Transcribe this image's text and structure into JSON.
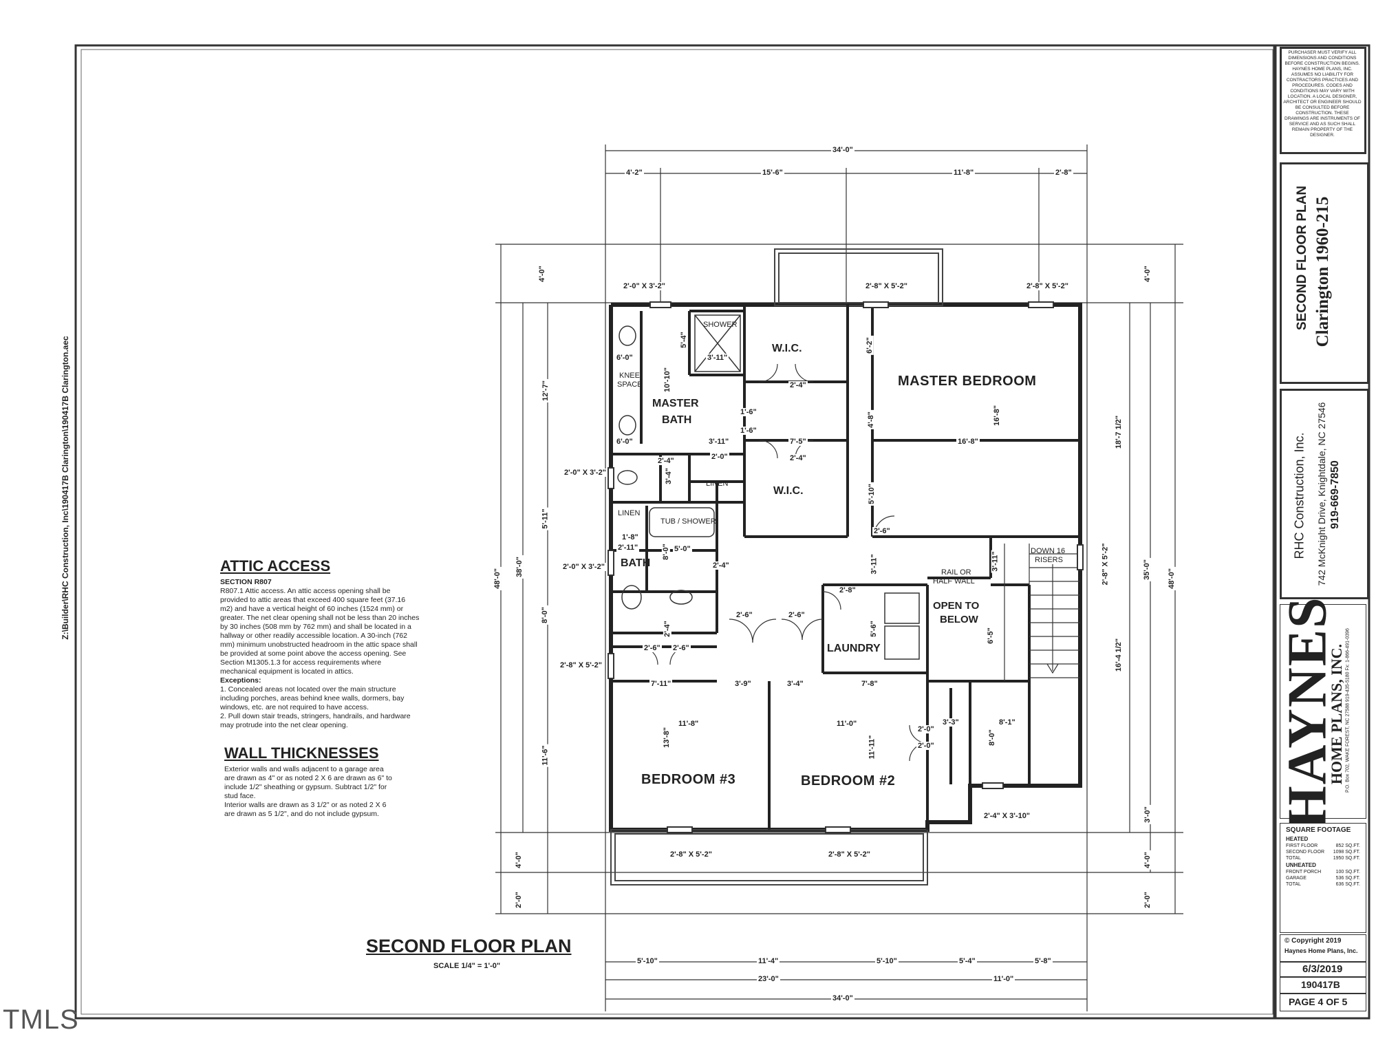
{
  "file_path": "Z:\\Builder\\RHC Construction, Inc\\190417B Clarington\\190417B Clarington.aec",
  "watermark": "TMLS",
  "plan_title": "SECOND FLOOR PLAN",
  "plan_scale": "SCALE 1/4\" = 1'-0\"",
  "rooms": {
    "master_bedroom": "MASTER BEDROOM",
    "master_bath_line1": "MASTER",
    "master_bath_line2": "BATH",
    "wic_top": "W.I.C.",
    "wic_bottom": "W.I.C.",
    "shower": "SHOWER",
    "knee_space_line1": "KNEE",
    "knee_space_line2": "SPACE",
    "linen_1": "LINEN",
    "linen_2": "LINEN",
    "tub_shower": "TUB / SHOWER",
    "bath": "BATH",
    "laundry": "LAUNDRY",
    "open_to_below_line1": "OPEN TO",
    "open_to_below_line2": "BELOW",
    "rail_line1": "RAIL OR",
    "rail_line2": "HALF WALL",
    "down_line1": "DOWN 16",
    "down_line2": "RISERS",
    "bedroom_3": "BEDROOM #3",
    "bedroom_2": "BEDROOM #2"
  },
  "dimensions": {
    "top_overall": "34'-0\"",
    "top_1": "4'-2\"",
    "top_2": "15'-6\"",
    "top_3": "11'-8\"",
    "top_4": "2'-8\"",
    "bottom_1": "5'-10\"",
    "bottom_2": "11'-4\"",
    "bottom_3": "5'-10\"",
    "bottom_4": "5'-4\"",
    "bottom_5": "5'-8\"",
    "bottom_23": "23'-0\"",
    "bottom_11": "11'-0\"",
    "bottom_overall": "34'-0\"",
    "left_48": "48'-0\"",
    "left_38": "38'-0\"",
    "left_4a": "4'-0\"",
    "left_12_7": "12'-7\"",
    "left_5_11": "5'-11\"",
    "left_8_0": "8'-0\"",
    "left_11_6": "11'-6\"",
    "left_4b": "4'-0\"",
    "left_2": "2'-0\"",
    "right_48": "48'-0\"",
    "right_35": "35'-0\"",
    "right_18": "18'-7 1/2\"",
    "right_16": "16'-4 1/2\"",
    "right_4": "4'-0\"",
    "right_3": "3'-0\"",
    "right_2": "2'-0\"",
    "win_1": "2'-0\" X 3'-2\"",
    "win_2": "2'-8\" X 5'-2\"",
    "win_3": "2'-8\" X 5'-2\"",
    "win_4": "2'-0\" X 3'-2\"",
    "win_5": "2'-0\" X 3'-2\"",
    "win_6": "2'-8\" X 5'-2\"",
    "win_7": "2'-8\" X 5'-2\"",
    "win_8": "2'-8\" X 5'-2\"",
    "win_9": "2'-8\" X 5'-2\"",
    "win_10": "2'-4\" X 3'-10\"",
    "i_5_4": "5'-4\"",
    "i_6_0a": "6'-0\"",
    "i_3_11": "3'-11\"",
    "i_10_10": "10'-10\"",
    "i_6_2": "6'-2\"",
    "i_2_4a": "2'-4\"",
    "i_1_6a": "1'-6\"",
    "i_1_6b": "1'-6\"",
    "i_4_8": "4'-8\"",
    "i_16_8a": "16'-8\"",
    "i_6_0b": "6'-0\"",
    "i_3_11b": "3'-11\"",
    "i_7_5": "7'-5\"",
    "i_16_8b": "16'-8\"",
    "i_2_4b": "2'-4\"",
    "i_3_4": "3'-4\"",
    "i_2_0a": "2'-0\"",
    "i_2_4c": "2'-4\"",
    "i_5_10": "5'-10\"",
    "i_1_8": "1'-8\"",
    "i_2_11": "2'-11\"",
    "i_8_0a": "8'-0\"",
    "i_5_0": "5'-0\"",
    "i_2_6a": "2'-6\"",
    "i_2_4d": "2'-4\"",
    "i_3_11c": "3'-11\"",
    "i_3_11d": "3'-11\"",
    "i_2_8": "2'-8\"",
    "i_2_6b": "2'-6\"",
    "i_2_6c": "2'-6\"",
    "i_5_6": "5'-6\"",
    "i_6_5": "6'-5\"",
    "i_2_4e": "2'-4\"",
    "i_2_6d": "2'-6\"",
    "i_2_6e": "2'-6\"",
    "i_7_11": "7'-11\"",
    "i_3_9": "3'-9\"",
    "i_3_4b": "3'-4\"",
    "i_7_8": "7'-8\"",
    "i_11_8": "11'-8\"",
    "i_11_0": "11'-0\"",
    "i_13_8": "13'-8\"",
    "i_11_11": "11'-11\"",
    "i_2_0b": "2'-0\"",
    "i_2_0c": "2'-0\"",
    "i_3_3": "3'-3\"",
    "i_8_1": "8'-1\"",
    "i_8_0b": "8'-0\""
  },
  "attic_access": {
    "heading": "ATTIC ACCESS",
    "section": "SECTION R807",
    "body": "R807.1 Attic access. An attic access opening shall be provided to attic areas that exceed 400 square feet (37.16 m2) and have a vertical height of 60 inches (1524 mm) or greater. The net clear opening shall not be less than 20 inches by 30 inches (508 mm by 762 mm) and shall be located in a hallway or other readily accessible location. A 30-inch (762 mm) minimum unobstructed headroom in the attic space shall be provided at some point above the access opening. See Section M1305.1.3 for access requirements where mechanical equipment is located in attics.",
    "exceptions_label": "Exceptions:",
    "exception_1": "1. Concealed areas not located over the main structure including porches, areas behind knee walls, dormers, bay windows, etc. are not required to have access.",
    "exception_2": "2. Pull down stair treads, stringers, handrails, and hardware may protrude into the net clear opening."
  },
  "wall_thicknesses": {
    "heading": "WALL THICKNESSES",
    "para_1": "Exterior walls and walls adjacent to a garage area are drawn as 4\" or as noted 2 X 6 are drawn as 6\" to include 1/2\" sheathing or gypsum. Subtract 1/2\" for stud face.",
    "para_2": "Interior walls are drawn as 3 1/2\" or as noted 2 X 6 are drawn as 5 1/2\", and do not include gypsum."
  },
  "title_block": {
    "disclaimer": "PURCHASER MUST VERIFY ALL DIMENSIONS AND CONDITIONS BEFORE CONSTRUCTION BEGINS. HAYNES HOME PLANS, INC. ASSUMES NO LIABILITY FOR CONTRACTORS PRACTICES AND PROCEDURES. CODES AND CONDITIONS MAY VARY WITH LOCATION. A LOCAL DESIGNER, ARCHITECT OR ENGINEER SHOULD BE CONSULTED BEFORE CONSTRUCTION. THESE DRAWINGS ARE INSTRUMENTS OF SERVICE AND AS SUCH SHALL REMAIN PROPERTY OF THE DESIGNER.",
    "sheet_name": "SECOND FLOOR PLAN",
    "plan_name": "Clarington 1960-215",
    "builder_name": "RHC Construction, Inc.",
    "builder_address": "742 McKnight Drive, Knightdale, NC 27546",
    "builder_phone": "919-669-7850",
    "brand_name": "HAYNES",
    "brand_sub": "HOME PLANS, INC.",
    "brand_address": "P.O. Box 702, WAKE FOREST, NC 27588  919-435-5180  Fx: 1-866-491-0396",
    "sqft_title": "SQUARE FOOTAGE",
    "sqft_heated": "HEATED",
    "sqft_rows_heated": [
      {
        "label": "FIRST FLOOR",
        "value": "852 SQ.FT."
      },
      {
        "label": "SECOND FLOOR",
        "value": "1098 SQ.FT."
      },
      {
        "label": "TOTAL",
        "value": "1950 SQ.FT."
      }
    ],
    "sqft_unheated": "UNHEATED",
    "sqft_rows_unheated": [
      {
        "label": "FRONT PORCH",
        "value": "100 SQ.FT."
      },
      {
        "label": "GARAGE",
        "value": "536 SQ.FT."
      },
      {
        "label": "TOTAL",
        "value": "636 SQ.FT."
      }
    ],
    "copyright": "© Copyright 2019",
    "copyright_owner": "Haynes Home Plans, Inc.",
    "date": "6/3/2019",
    "plan_number": "190417B",
    "page": "PAGE 4 OF 5"
  }
}
